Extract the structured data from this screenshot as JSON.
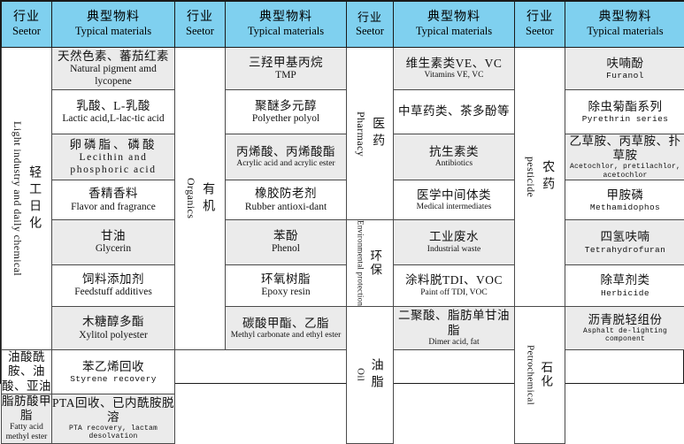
{
  "header": {
    "sector_cn": "行业",
    "sector_en": "Seetor",
    "materials_cn": "典型物料",
    "materials_en": "Typical materials"
  },
  "colors": {
    "header_bg": "#7fd0ef",
    "row_shade": "#ebebeb",
    "row_plain": "#ffffff",
    "border": "#4a4a4a"
  },
  "groups": [
    {
      "sector_cn": "轻工日化",
      "sector_en": "Light industry and daily chemical",
      "rows": [
        {
          "cn": "天然色素、蕃茄红素",
          "en": "Natural pigment amd lycopene"
        },
        {
          "cn": "乳酸、L-乳酸",
          "en": "Lactic acid,L-lac-tic acid"
        },
        {
          "cn": "卵磷脂、磷酸",
          "en": "Lecithin and phosphoric acid"
        },
        {
          "cn": "香精香料",
          "en": "Flavor and fragrance"
        },
        {
          "cn": "甘油",
          "en": "Glycerin"
        },
        {
          "cn": "饲料添加剂",
          "en": "Feedstuff additives"
        },
        {
          "cn": "木糖醇多酯",
          "en": "Xylitol polyester"
        }
      ]
    },
    {
      "sector_cn": "有机",
      "sector_en": "Organics",
      "rows": [
        {
          "cn": "三羟甲基丙烷",
          "en": "TMP"
        },
        {
          "cn": "聚醚多元醇",
          "en": "Polyether polyol"
        },
        {
          "cn": "丙烯酸、丙烯酸酯",
          "en": "Acrylic acid and acrylic ester"
        },
        {
          "cn": "橡胶防老剂",
          "en": "Rubber antioxi-dant"
        },
        {
          "cn": "苯酚",
          "en": "Phenol"
        },
        {
          "cn": "环氧树脂",
          "en": "Epoxy resin"
        },
        {
          "cn": "碳酸甲酯、乙脂",
          "en": "Methyl carbonate and ethyl ester"
        }
      ]
    },
    {
      "sectors": [
        {
          "cn": "医药",
          "en": "Pharmacy",
          "span": 4
        },
        {
          "cn": "环保",
          "en": "Environmental protection",
          "span": 2
        },
        {
          "cn": "油脂",
          "en": "Oil",
          "span": 3
        }
      ],
      "rows": [
        {
          "cn": "维生素类VE、VC",
          "en": "Vitamins VE, VC"
        },
        {
          "cn": "中草药类、茶多酚等",
          "en": ""
        },
        {
          "cn": "抗生素类",
          "en": "Antibiotics"
        },
        {
          "cn": "医学中间体类",
          "en": "Medical intermediates"
        },
        {
          "cn": "工业废水",
          "en": "Industrial waste"
        },
        {
          "cn": "涂料脱TDI、VOC",
          "en": "Paint off TDI, VOC"
        },
        {
          "cn": "二聚酸、脂肪单甘油脂",
          "en": "Dimer acid, fat"
        },
        {
          "cn": "油酸酰胺、油酸、亚油",
          "en": ""
        },
        {
          "cn": "脂肪酸甲脂",
          "en": "Fatty acid methyl ester"
        }
      ]
    },
    {
      "sectors": [
        {
          "cn": "农药",
          "en": "pesticide",
          "span": 6
        },
        {
          "cn": "石化",
          "en": "Petrochemical",
          "span": 3
        }
      ],
      "rows": [
        {
          "cn": "呋喃酚",
          "en": "Furanol"
        },
        {
          "cn": "除虫菊酯系列",
          "en": "Pyrethrin series"
        },
        {
          "cn": "乙草胺、丙草胺、扑草胺",
          "en": "Acetochlor, pretilachlor, acetochlor"
        },
        {
          "cn": "甲胺磷",
          "en": "Methamidophos"
        },
        {
          "cn": "四氢呋喃",
          "en": "Tetrahydrofuran"
        },
        {
          "cn": "除草剂类",
          "en": "Herbicide"
        },
        {
          "cn": "沥青脱轻组份",
          "en": "Asphalt de-lighting component"
        },
        {
          "cn": "苯乙烯回收",
          "en": "Styrene recovery"
        },
        {
          "cn": "PTA回收、已内酰胺脱溶",
          "en": "PTA recovery, lactam desolvation"
        }
      ]
    }
  ]
}
